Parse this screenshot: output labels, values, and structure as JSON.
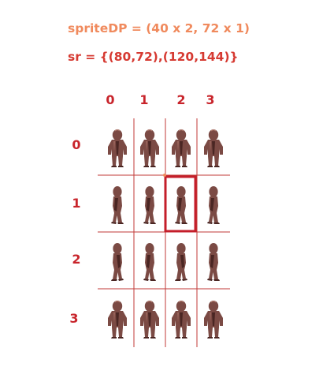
{
  "formulas": {
    "sprite_dp": "spriteDP = (40 x 2, 72 x 1)",
    "source_rect": "sr = {(80,72),(120,144)}"
  },
  "grid": {
    "column_indices": [
      "0",
      "1",
      "2",
      "3"
    ],
    "row_indices": [
      "0",
      "1",
      "2",
      "3"
    ],
    "highlighted_cell": {
      "column": 2,
      "row": 1
    }
  },
  "colors": {
    "formula_1": "#f08a5d",
    "formula_2": "#d63a32",
    "indices": "#c8242b",
    "grid_lines": "#c23a37",
    "highlight": "#c41e2a",
    "sprite_body": "#7b4a44",
    "sprite_shadow": "#4a2623",
    "sprite_highlight": "#b07a6e"
  }
}
